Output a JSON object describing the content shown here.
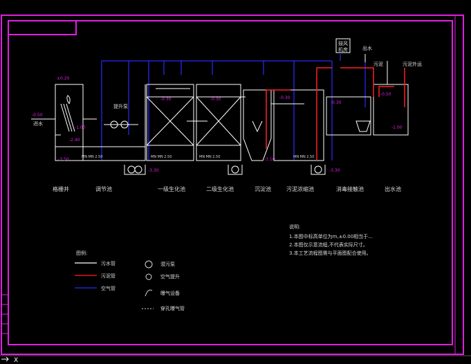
{
  "colors": {
    "background": "#000000",
    "frame": "#e020e0",
    "water": "#ffffff",
    "sludge": "#ff2020",
    "air": "#2a2aff",
    "level": "#e020e0",
    "label": "#d8d8d8"
  },
  "drawing": {
    "inlet_label": "进水",
    "outlet_label": "出水",
    "sludge_label": "污泥",
    "sludge_out_label": "污泥外运",
    "blower_label_line1": "鼓风",
    "blower_label_line2": "机房",
    "regulating_pump_label": "提升泵",
    "level_top": "±0.20",
    "level_inlet": "-0.50",
    "level_screen": "-1.00",
    "level_sump": "-2.40",
    "level_bottom": "-3.50",
    "level_t1": "-0.30",
    "level_t2": "-0.30",
    "level_t3": "-0.30",
    "level_final_a": "-0.30",
    "level_final_b": "-0.50",
    "level_final_c": "-1.00",
    "level_pump1": "-3.30",
    "level_pump2": "-3.10",
    "level_pump3": "-3.30",
    "pipe_note_1": "MN  MN  2.50",
    "pipe_note_2": "MN  MN  2.50",
    "pipe_note_3": "MN  MN  2.50",
    "pipe_note_4": "MN  MN  2.50"
  },
  "units": [
    "格栅井",
    "调节池",
    "一级生化池",
    "二级生化池",
    "沉淀池",
    "污泥浓缩池",
    "消毒接触池",
    "出水池"
  ],
  "notes": {
    "title": "说明:",
    "lines": [
      "1.本图中标高单位为m,±0.00相当于...",
      "2.本图仅示意流程,不代表实际尺寸。",
      "3.本工艺流程图需与平面图配合使用。"
    ]
  },
  "legend": {
    "title": "图例:",
    "lines": [
      "污水管",
      "污泥管",
      "空气管"
    ],
    "symbols": [
      "潜污泵",
      "空气提升",
      "曝气设备",
      "穿孔曝气管"
    ]
  },
  "status": {
    "coord": "X"
  }
}
